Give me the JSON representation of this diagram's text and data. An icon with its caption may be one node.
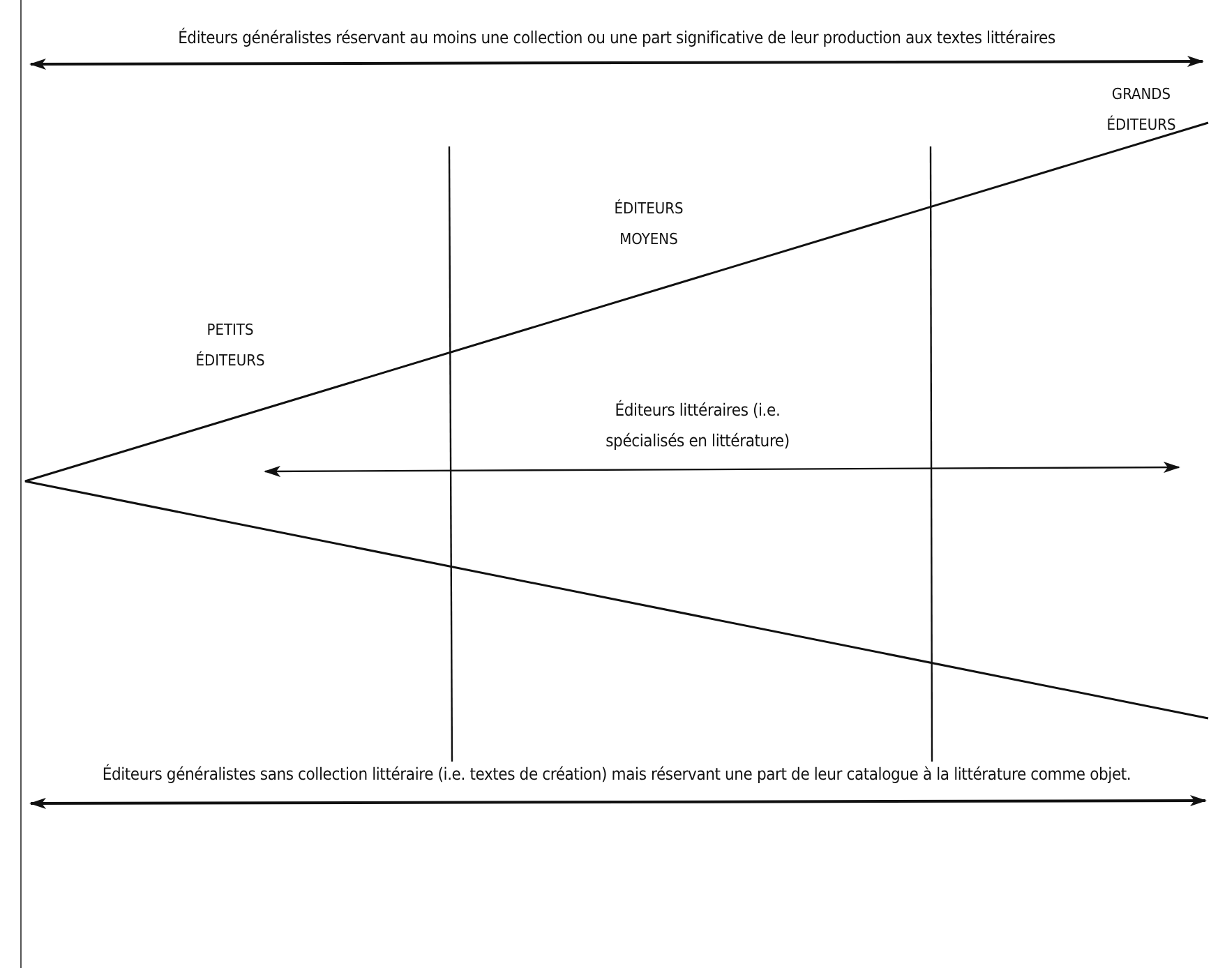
{
  "diagram": {
    "labels": [
      "Éditeurs généralistes réservant au moins une collection ou une part significative de leur production aux textes littéraires",
      "GRANDS ÉDITEURS",
      "ÉDITEURS MOYENS",
      "PETITS ÉDITEURS",
      "Éditeurs littéraires (i.e. spécialisés en littérature)",
      "Éditeurs généralistes sans collection littéraire (i.e. textes de création) mais réservant une part de leur catalogue à la littérature comme objet."
    ]
  }
}
